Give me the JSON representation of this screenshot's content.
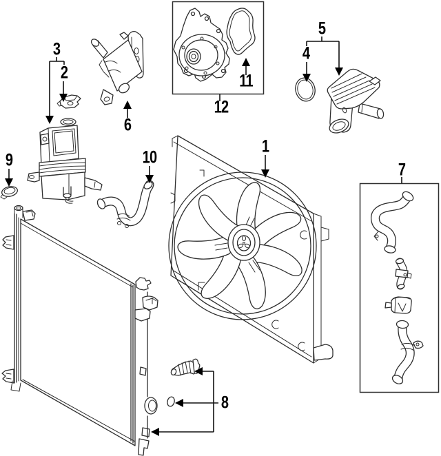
{
  "callouts": {
    "c1": {
      "label": "1"
    },
    "c2": {
      "label": "2"
    },
    "c3": {
      "label": "3"
    },
    "c4": {
      "label": "4"
    },
    "c5": {
      "label": "5"
    },
    "c6": {
      "label": "6"
    },
    "c7": {
      "label": "7"
    },
    "c8": {
      "label": "8"
    },
    "c9": {
      "label": "9"
    },
    "c10": {
      "label": "10"
    },
    "c11": {
      "label": "11"
    },
    "c12": {
      "label": "12"
    }
  },
  "colors": {
    "background": "#ffffff",
    "line_art": "#2e2e2e",
    "callout_text": "#000000",
    "leader_lines": "#111111"
  }
}
